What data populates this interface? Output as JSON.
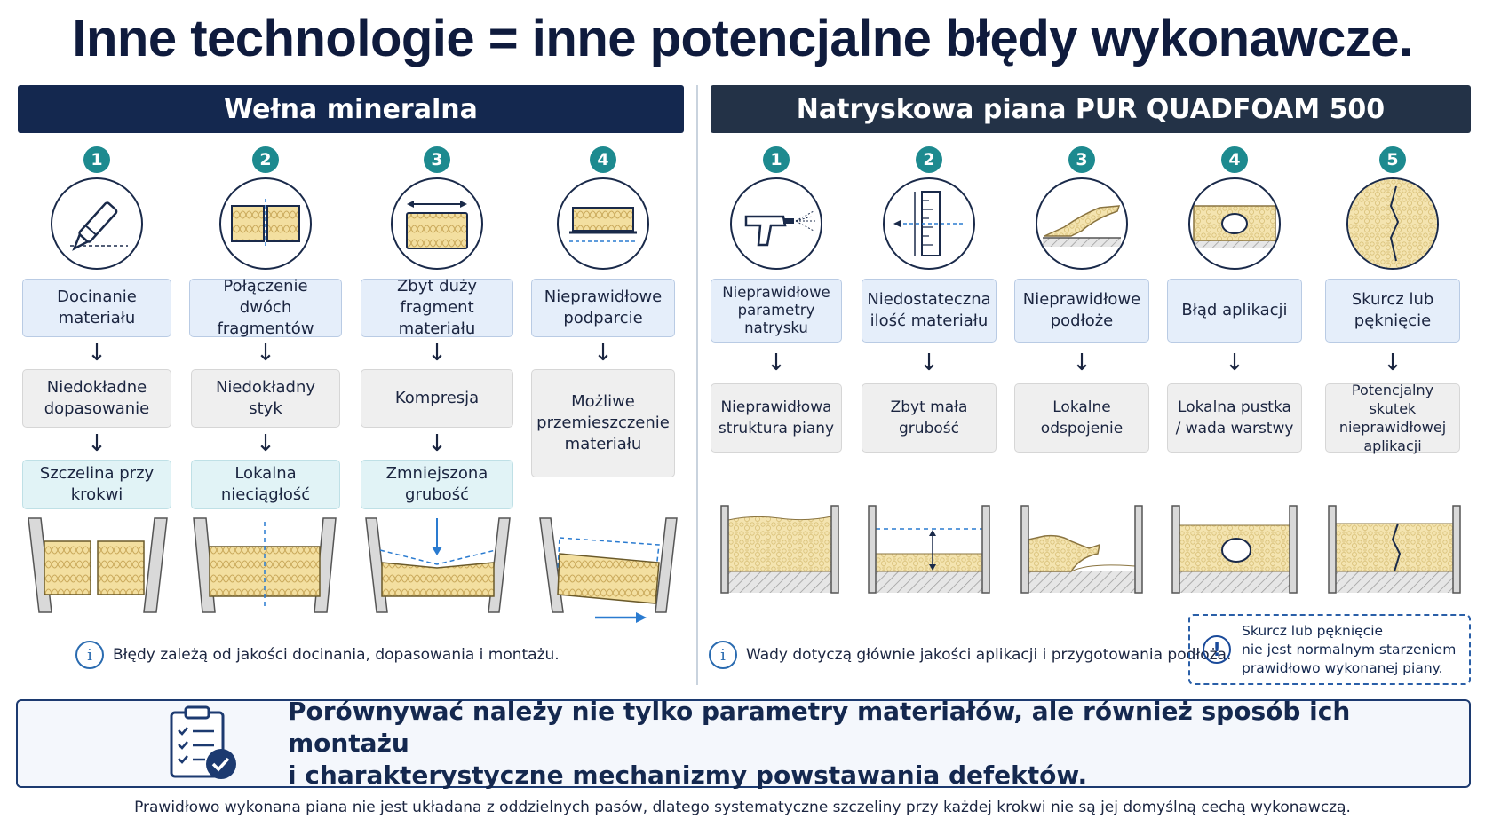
{
  "title": "Inne technologie = inne potencjalne błędy wykonawcze.",
  "left_panel": {
    "header": "Wełna mineralna",
    "columns": [
      {
        "num": "1",
        "step": "Docinanie materiału",
        "cause": "Niedokładne dopasowanie",
        "effect": "Szczelina przy krokwi",
        "icon": "cutter-knife-icon"
      },
      {
        "num": "2",
        "step": "Połączenie dwóch fragmentów",
        "cause": "Niedokładny styk",
        "effect": "Lokalna nieciągłość",
        "icon": "joined-blocks-icon"
      },
      {
        "num": "3",
        "step": "Zbyt duży fragment materiału",
        "cause": "Kompresja",
        "effect": "Zmniejszona grubość",
        "icon": "oversized-block-icon"
      },
      {
        "num": "4",
        "step": "Nieprawidłowe podparcie",
        "cause": "Możliwe przemieszczenie materiału",
        "effect": "",
        "icon": "unsupported-block-icon"
      }
    ],
    "note": "Błędy zależą od jakości docinania, dopasowania i montażu."
  },
  "right_panel": {
    "header": "Natryskowa piana PUR QUADFOAM 500",
    "columns": [
      {
        "num": "1",
        "step": "Nieprawidłowe parametry natrysku",
        "cause": "Nieprawidłowa struktura piany",
        "icon": "spray-gun-icon"
      },
      {
        "num": "2",
        "step": "Niedostateczna ilość materiału",
        "cause": "Zbyt mała grubość",
        "icon": "thickness-gauge-icon"
      },
      {
        "num": "3",
        "step": "Nieprawidłowe podłoże",
        "cause": "Lokalne odspojenie",
        "icon": "detached-foam-icon"
      },
      {
        "num": "4",
        "step": "Błąd aplikacji",
        "cause": "Lokalna pustka / wada warstwy",
        "icon": "void-foam-icon"
      },
      {
        "num": "5",
        "step": "Skurcz lub pęknięcie",
        "cause": "Potencjalny skutek nieprawidłowej aplikacji",
        "icon": "cracked-foam-icon"
      }
    ],
    "note": "Wady dotyczą głównie jakości aplikacji i przygotowania podłoża.",
    "callout": {
      "line1": "Skurcz lub pęknięcie",
      "line2": "nie jest normalnym starzeniem",
      "line3": "prawidłowo wykonanej piany."
    }
  },
  "summary": {
    "line1": "Porównywać należy nie tylko parametry materiałów, ale również sposób ich montażu",
    "line2": "i charakterystyczne mechanizmy powstawania defektów."
  },
  "footer": "Prawidłowo wykonana piana nie jest układana z oddzielnych pasów, dlatego systematyczne szczeliny przy każdej krokwi nie są jej domyślną cechą wykonawczą.",
  "colors": {
    "navy": "#14284f",
    "teal": "#1d8a8f",
    "wool": "#f3dfa0",
    "foam": "#f4e4b0"
  }
}
